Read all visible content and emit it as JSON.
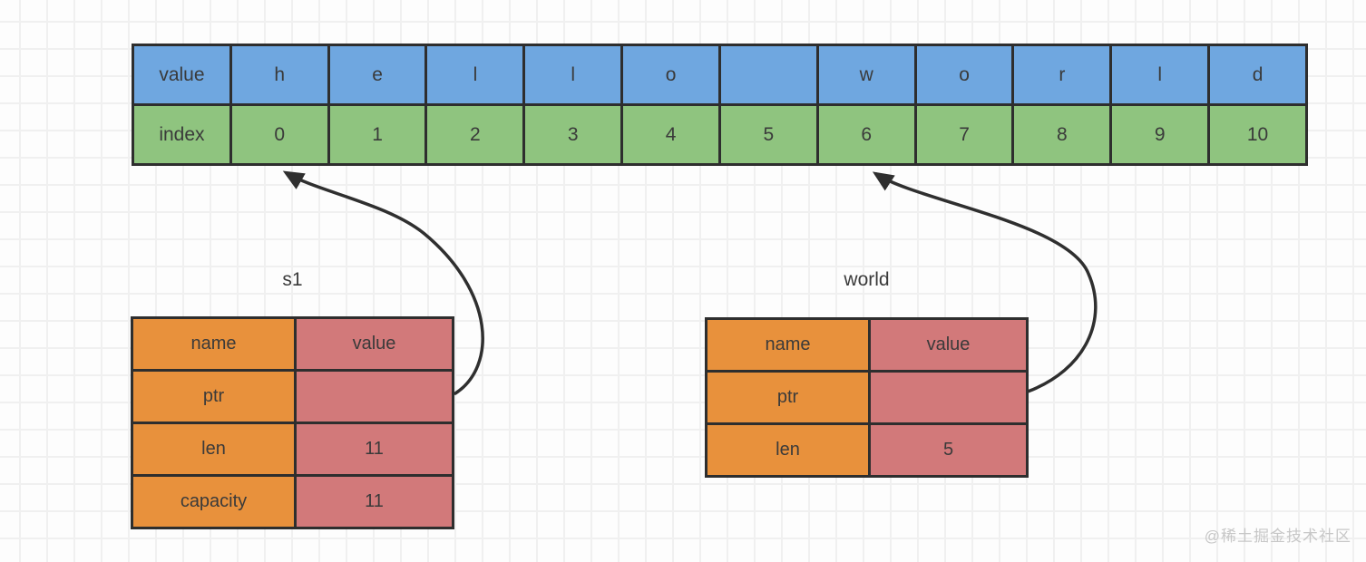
{
  "colors": {
    "blue": "#6fa7e0",
    "green": "#8fc47f",
    "orange": "#e8913c",
    "rose": "#d2797a",
    "border": "#2e2e2e",
    "text": "#3a3a3a",
    "arrow": "#2f2f2f",
    "watermark": "#c7c7c7"
  },
  "array_table": {
    "value_label": "value",
    "index_label": "index",
    "values": [
      "h",
      "e",
      "l",
      "l",
      "o",
      " ",
      "w",
      "o",
      "r",
      "l",
      "d"
    ],
    "indices": [
      "0",
      "1",
      "2",
      "3",
      "4",
      "5",
      "6",
      "7",
      "8",
      "9",
      "10"
    ]
  },
  "s1": {
    "title": "s1",
    "headers": {
      "name": "name",
      "value": "value"
    },
    "rows": [
      {
        "name": "ptr",
        "value": ""
      },
      {
        "name": "len",
        "value": "11"
      },
      {
        "name": "capacity",
        "value": "11"
      }
    ]
  },
  "world": {
    "title": "world",
    "headers": {
      "name": "name",
      "value": "value"
    },
    "rows": [
      {
        "name": "ptr",
        "value": ""
      },
      {
        "name": "len",
        "value": "5"
      }
    ]
  },
  "watermark": "@稀土掘金技术社区"
}
